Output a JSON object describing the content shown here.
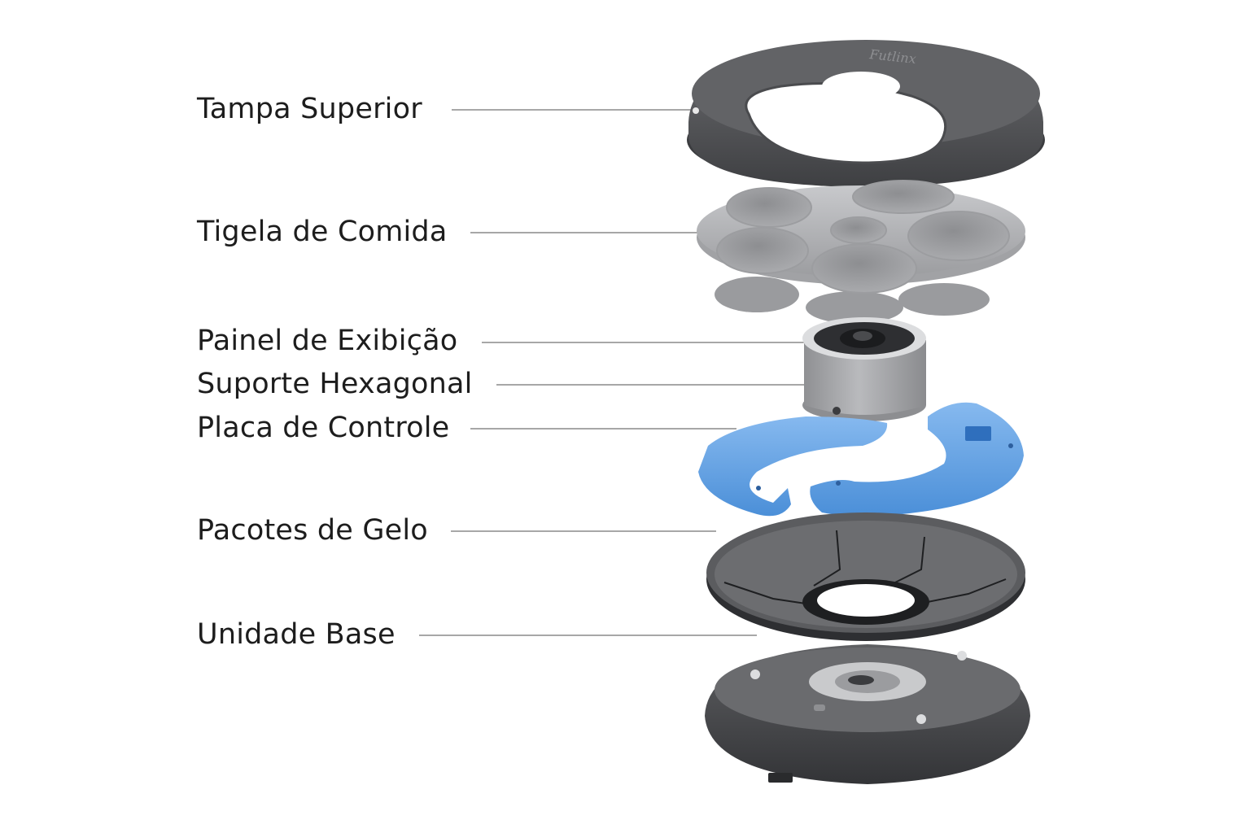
{
  "colors": {
    "lid": "#5b5c5f",
    "lid_dark": "#424346",
    "bowl": "#b9babd",
    "bowl_dark": "#8e8f92",
    "metal": "#a9aaad",
    "ice": "#6aa7e6",
    "ice_dark": "#3f82cf",
    "base": "#4a4b4e",
    "leader_line": "#8a8a8a",
    "text": "#1d1d1d"
  },
  "brand_mark": "Futlinx",
  "labels": [
    {
      "id": "top-lid",
      "text": "Tampa Superior"
    },
    {
      "id": "food-bowl",
      "text": "Tigela de Comida"
    },
    {
      "id": "display-panel",
      "text": "Painel de Exibição"
    },
    {
      "id": "hex-support",
      "text": "Suporte Hexagonal"
    },
    {
      "id": "control-plate",
      "text": "Placa de Controle"
    },
    {
      "id": "ice-packs",
      "text": "Pacotes de Gelo"
    },
    {
      "id": "base-unit",
      "text": "Unidade Base"
    }
  ]
}
